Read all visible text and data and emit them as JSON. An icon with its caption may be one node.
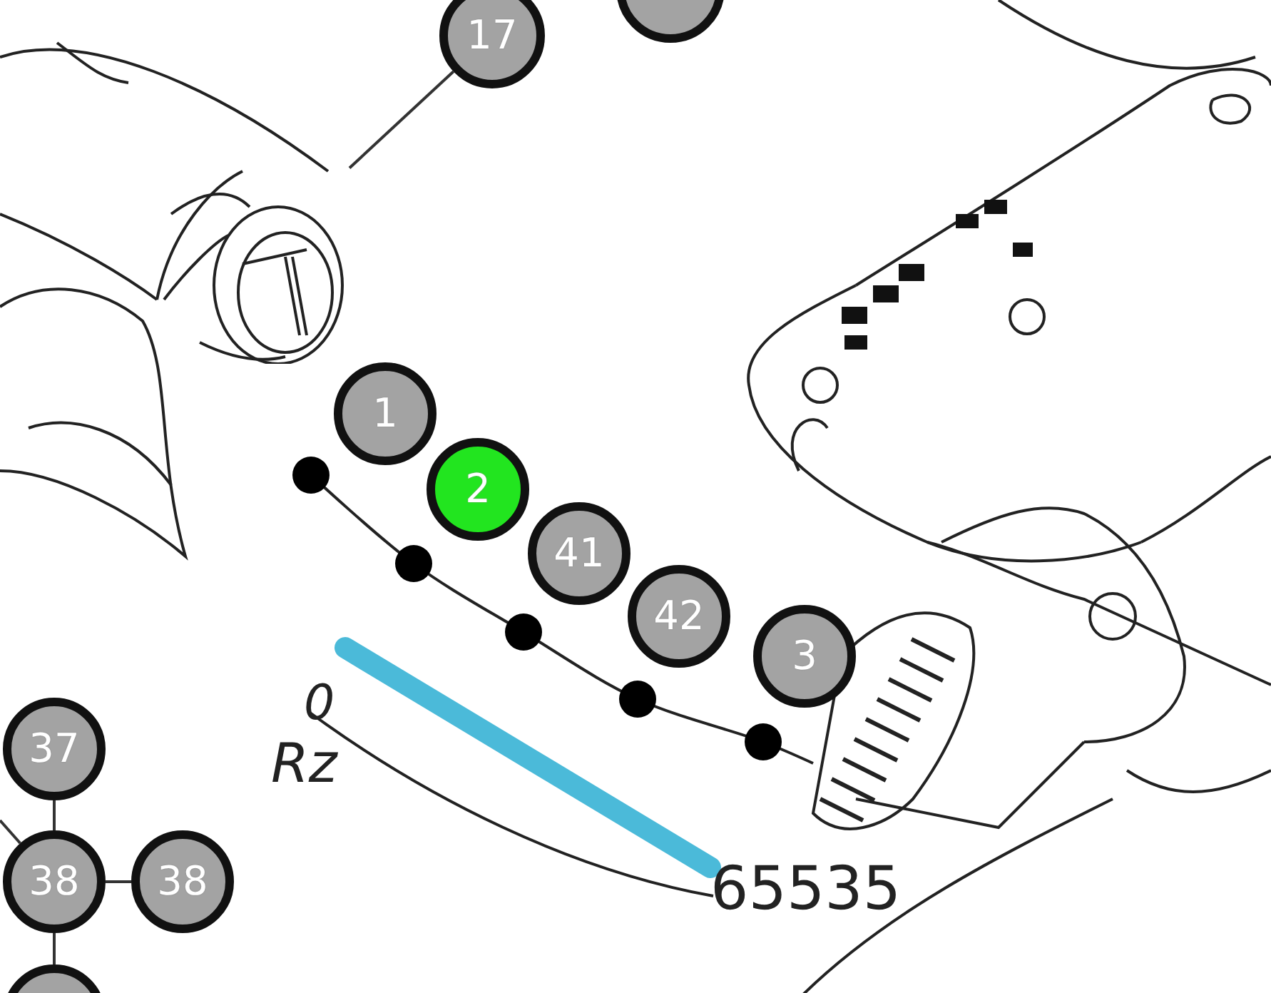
{
  "diagram": {
    "nodes": [
      {
        "text": [
          "17"
        ]
      },
      {
        "text": [],
        "shape": "picture"
      },
      {
        "text": [],
        "shape": "circle"
      },
      {
        "text": [
          "1"
        ]
      },
      {
        "text": [
          "2"
        ]
      },
      {
        "text": [
          "41"
        ]
      },
      {
        "text": [
          "42"
        ]
      },
      {
        "text": [
          "3"
        ]
      },
      {
        "text": [
          "37"
        ]
      },
      {
        "text": [
          "38"
        ]
      },
      {
        "text": [
          "38"
        ]
      },
      {
        "text": [],
        "shape": "circle"
      }
    ],
    "edges": [
      {
        "from": 0,
        "to": 1,
        "arrow": "none"
      },
      {
        "from": 8,
        "to": 9,
        "arrow": "none"
      },
      {
        "from": 9,
        "to": 10,
        "arrow": "none"
      },
      {
        "from": 9,
        "to": 11,
        "arrow": "none"
      },
      {
        "from": null,
        "to": 9,
        "arrow": "none"
      }
    ],
    "labels": [
      "0",
      "Rz",
      "65535"
    ]
  }
}
